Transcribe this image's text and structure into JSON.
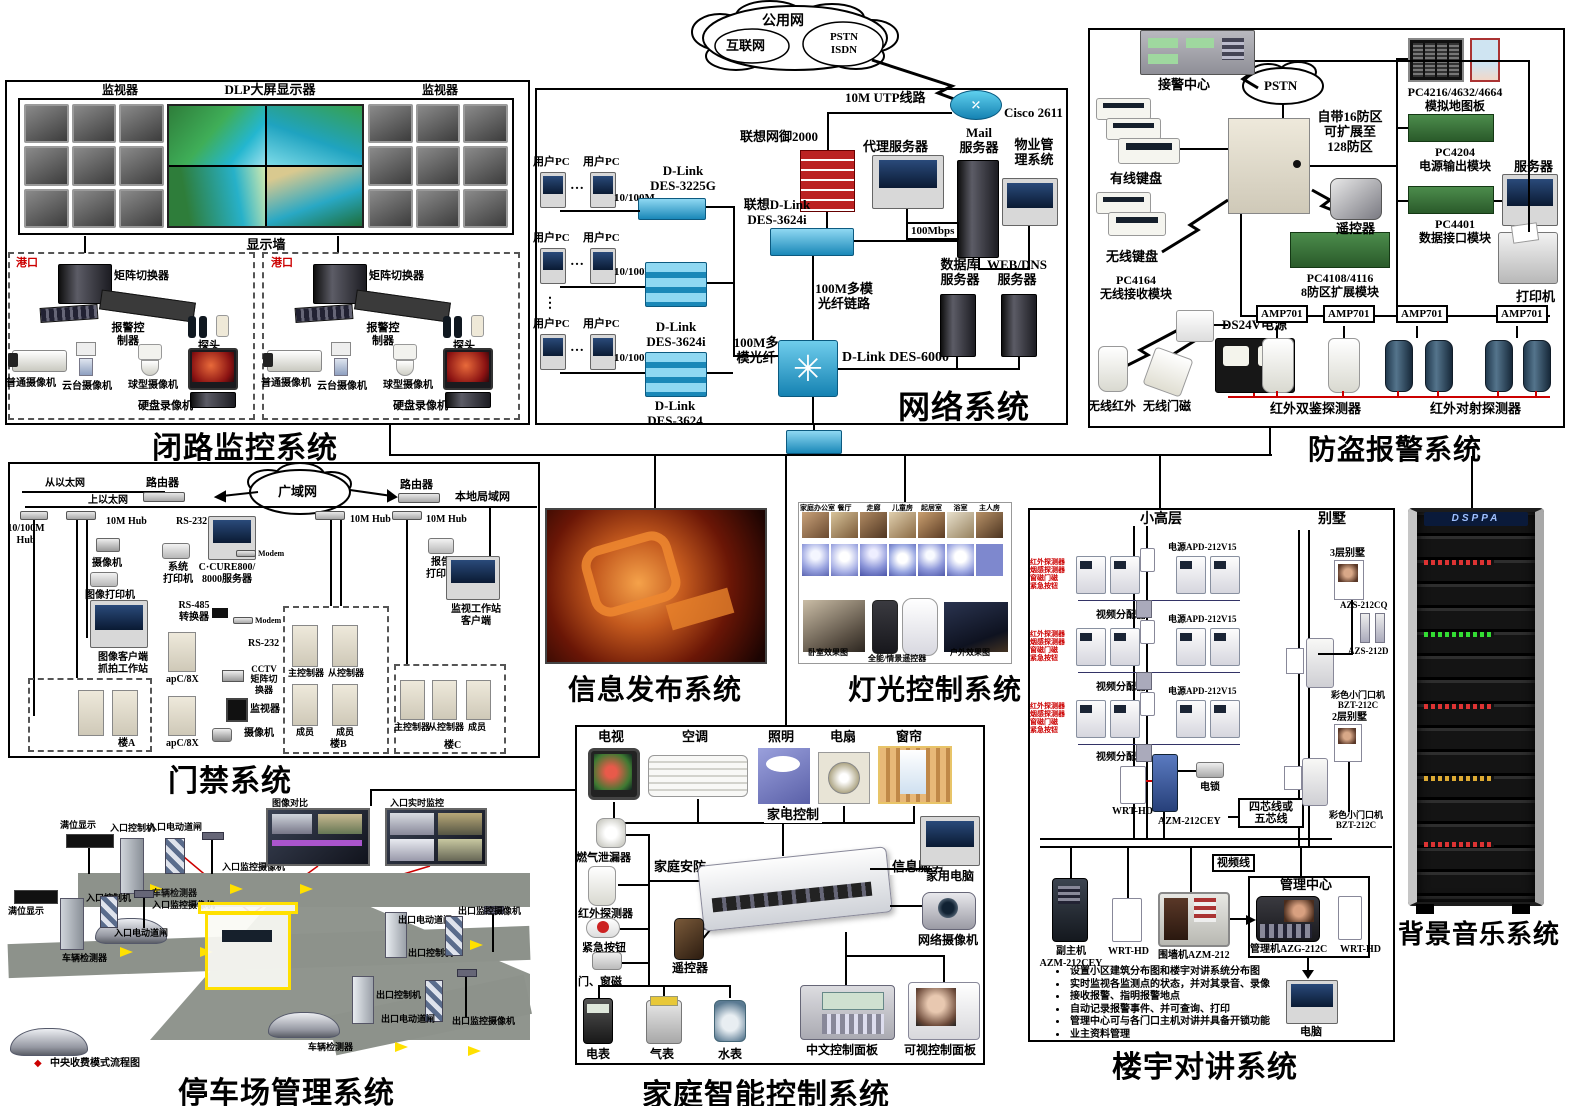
{
  "cloud": {
    "public": "公用网",
    "internet": "互联网",
    "pstn_isdn": "PSTN\nISDN"
  },
  "cctv": {
    "title": "闭路监控系统",
    "monitor": "监视器",
    "dlp": "DLP大屏显示器",
    "wall": "显示墙",
    "port": "港口",
    "matrix": "矩阵切换器",
    "alarm_ctl": "报警控\n制器",
    "probe": "探头",
    "cam_normal": "普通摄像机",
    "cam_ptz": "云台摄像机",
    "cam_dome": "球型摄像机",
    "dvr": "硬盘录像机"
  },
  "network": {
    "title": "网络系统",
    "utp": "10M UTP线路",
    "cisco": "Cisco 2611",
    "firewall": "联想网御2000",
    "proxy": "代理服务器",
    "mail": "Mail\n服务器",
    "pms": "物业管\n理系统",
    "user_pc": "用户PC",
    "dots": "…",
    "vdots": "⋮",
    "sp": "10/100M",
    "des3225g": "D-Link\nDES-3225G",
    "lx3624i": "联想D-Link\nDES-3624i",
    "mbps": "100Mbps",
    "des3624i": "D-Link\nDES-3624i",
    "des3624": "D-Link\nDES-3624",
    "fiber_link": "100M多模\n光纤链路",
    "fiber": "100M多\n模光纤",
    "des6000": "D-Link DES-6000",
    "db": "数据库\n服务器",
    "webdns": "WEB/DNS\n服务器"
  },
  "alarm": {
    "title": "防盗报警系统",
    "center": "接警中心",
    "pstn": "PSTN",
    "zones": "自带16防区\n可扩展至\n128防区",
    "wired_kb": "有线键盘",
    "wireless_kb": "无线键盘",
    "pc4164": "PC4164\n无线接收模块",
    "wl_ir": "无线红外",
    "wl_door": "无线门磁",
    "ds24v": "DS24V电源",
    "pc4108": "PC4108/4116\n8防区扩展模块",
    "remote": "遥控器",
    "pc4216": "PC4216/4632/4664\n模拟地图板",
    "pc4204": "PC4204\n电源输出模块",
    "pc4401": "PC4401\n数据接口模块",
    "server": "服务器",
    "printer": "打印机",
    "amp": "AMP701",
    "dual": "红外双鉴探测器",
    "beam": "红外对射探测器"
  },
  "access": {
    "title": "门禁系统",
    "from_eth": "从以太网",
    "up_eth": "上以太网",
    "router": "路由器",
    "wan": "广域网",
    "lan": "本地局域网",
    "hub100": "10/100M\nHub",
    "hub10": "10M Hub",
    "rs232": "RS-232",
    "camera": "摄像机",
    "sys_prn": "系统\n打印机",
    "ccure": "C·CURE800/\n8000服务器",
    "img_prn": "图像打印机",
    "rs485": "RS-485\n转换器",
    "modem": "Modem",
    "rpt_prn": "报告\n打印机",
    "ws": "监视工作站\n客户端",
    "img_ws": "图像客户端\n抓拍工作站",
    "bA": "楼A",
    "bB": "楼B",
    "bC": "楼C",
    "apc": "apC/8X",
    "cctv_mx": "CCTV\n矩阵切\n换器",
    "monitor": "监视器",
    "master": "主控制器",
    "slave": "从控制器",
    "member": "成员"
  },
  "infopub": {
    "title": "信息发布系统"
  },
  "lighting": {
    "title": "灯光控制系统",
    "rooms": [
      "家庭办公室",
      "餐厅",
      "走廊",
      "儿童房",
      "起居室",
      "浴室",
      "主人房"
    ],
    "bedroom": "卧室效果图",
    "remote": "全能/情景遥控器",
    "outdoor": "户外效果图"
  },
  "parking": {
    "title": "停车场管理系统",
    "full": "满位显示",
    "in_ctl": "入口控制机",
    "in_gate": "入口电动道闸",
    "in_cam": "入口监控摄像机",
    "vdet": "车辆检测器",
    "img_cmp": "图像对比",
    "in_rt": "入口实时监控",
    "out_ctl": "出口控制机",
    "out_gate": "出口电动道闸",
    "out_cam": "出口监控摄像机",
    "legend": "中央收费模式流程图",
    "diamond": "◆"
  },
  "home": {
    "title": "家庭智能控制系统",
    "tv": "电视",
    "ac": "空调",
    "light": "照明",
    "fan": "电扇",
    "curtain": "窗帘",
    "app_ctl": "家电控制",
    "gas": "燃气泄漏器",
    "sec": "家庭安防",
    "ir": "红外探测器",
    "emg": "紧急按钮",
    "mag": "门、窗磁",
    "remote": "遥控器",
    "info": "信息服务",
    "pc": "家用电脑",
    "cam": "网络摄像机",
    "em": "电表",
    "gm": "气表",
    "wm": "水表",
    "cnp": "中文控制面板",
    "vp": "可视控制面板"
  },
  "intercom": {
    "title": "楼宇对讲系统",
    "highrise": "小高层",
    "villa": "别墅",
    "psu": "电源APD-212V15",
    "sensors": "红外探测器\n烟感探测器\n窗磁门磁\n紧急按钮",
    "vdist": "视频分配器",
    "wrt": "WRT-HD",
    "lock": "电锁",
    "azm": "AZM-212CEY",
    "wire": "四芯线或\n五芯线",
    "vline": "视频线",
    "v3": "3层别墅",
    "azscq": "AZS-212CQ",
    "azsd": "AZS-212D",
    "door_unit": "彩色小门口机\nBZT-212C",
    "v2": "2层别墅",
    "sub": "副主机\nAZM-212CEY",
    "wall": "围墙机AZM-212",
    "mc": "管理中心",
    "mgmt": "管理机AZG-212C",
    "pc": "电脑",
    "bullets": [
      "设置小区建筑分布图和楼宇对讲系统分布图",
      "实时监视各监测点的状态，并对其录音、录像",
      "接收报警、指明报警地点",
      "自动记录报警事件、并可查询、打印",
      "管理中心可与各门口主机对讲并具备开锁功能",
      "业主资料管理"
    ]
  },
  "music": {
    "title": "背景音乐系统",
    "brand": "DSPPA"
  }
}
